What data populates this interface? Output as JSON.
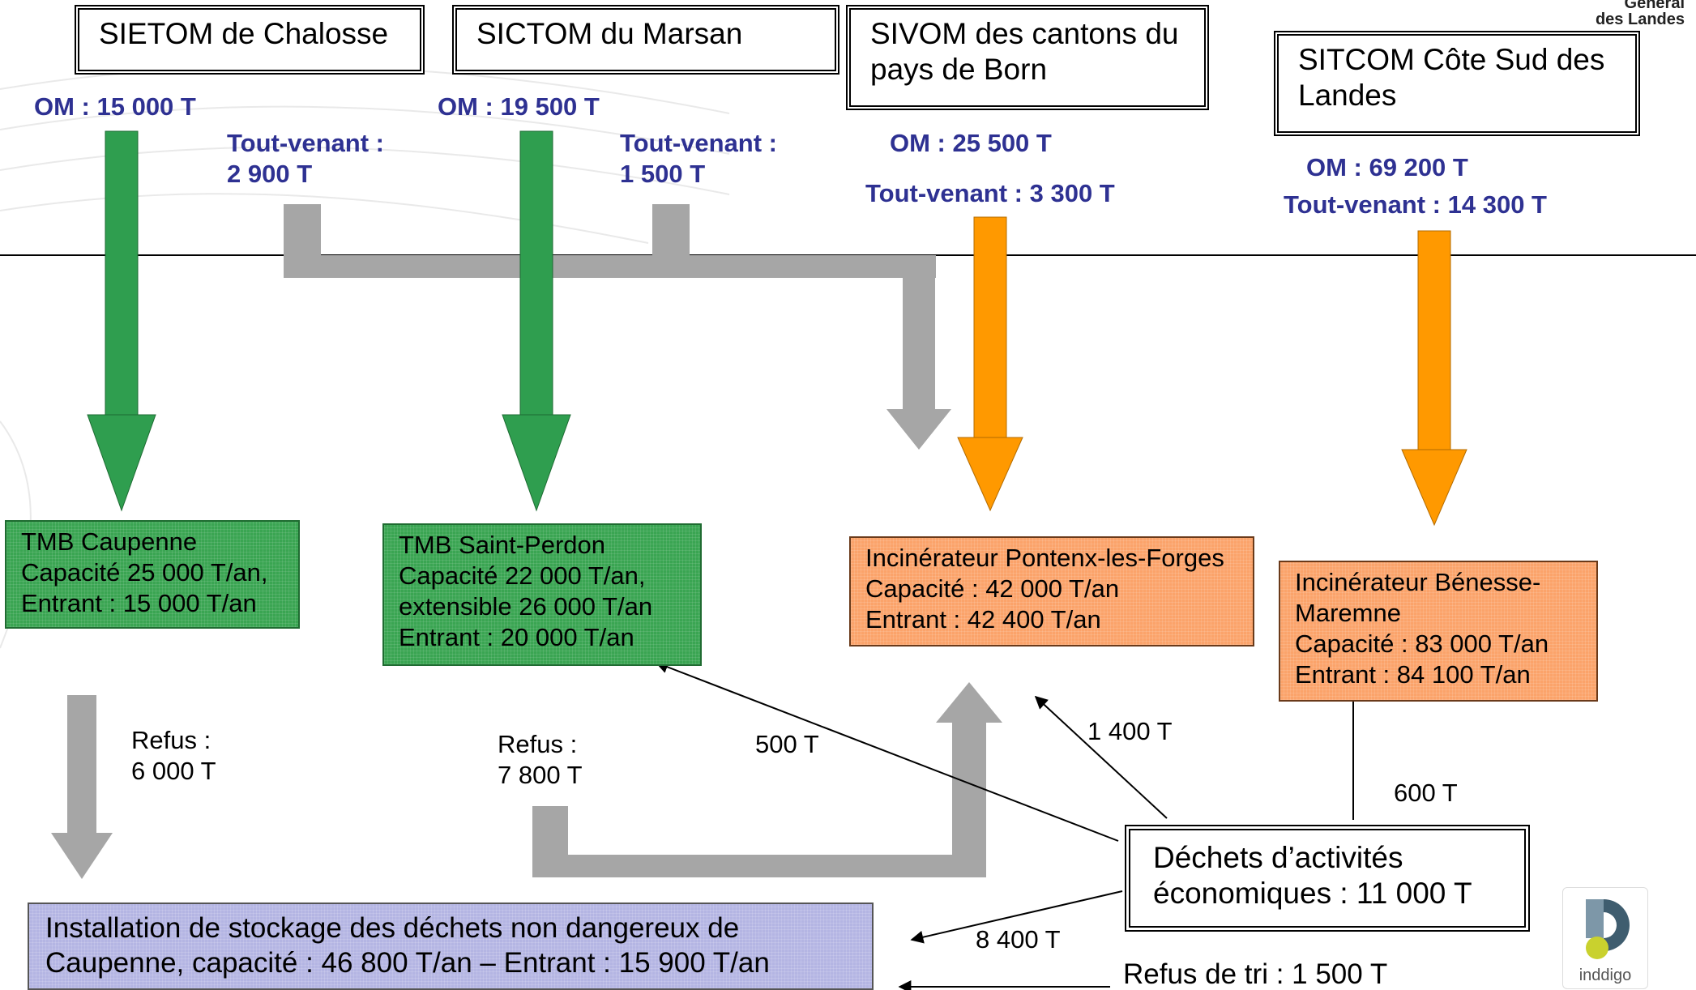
{
  "colors": {
    "om_arrow_green": "#2f9e4f",
    "om_arrow_orange": "#ff9900",
    "gray_arrow": "#a6a6a6",
    "label_blue": "#2e3192"
  },
  "headers": {
    "sietom": "SIETOM de Chalosse",
    "sictom": "SICTOM du Marsan",
    "sivom_line1": "SIVOM des cantons du",
    "sivom_line2": "pays de Born",
    "sitcom_line1": "SITCOM Côte Sud des",
    "sitcom_line2": "Landes"
  },
  "flows": {
    "om_sietom": "OM : 15 000 T",
    "tv_sietom_1": "Tout-venant :",
    "tv_sietom_2": "2 900 T",
    "om_sictom": "OM : 19 500 T",
    "tv_sictom_1": "Tout-venant :",
    "tv_sictom_2": "1 500 T",
    "om_sivom": "OM : 25 500 T",
    "tv_sivom": "Tout-venant : 3 300 T",
    "om_sitcom": "OM : 69 200 T",
    "tv_sitcom": "Tout-venant : 14 300 T"
  },
  "facilities": {
    "caupenne": [
      "TMB Caupenne",
      "Capacité 25 000 T/an,",
      "Entrant : 15 000 T/an"
    ],
    "saint_perdon": [
      "TMB Saint-Perdon",
      "Capacité 22 000 T/an,",
      "extensible 26 000 T/an",
      "Entrant : 20 000 T/an"
    ],
    "pontenx": [
      "Incinérateur Pontenx-les-Forges",
      "Capacité : 42 000 T/an",
      "Entrant : 42 400 T/an"
    ],
    "benesse": [
      "Incinérateur Bénesse-",
      "Maremne",
      "Capacité : 83 000 T/an",
      "Entrant : 84 100 T/an"
    ],
    "isdnd": [
      "Installation de stockage des déchets non dangereux de",
      "Caupenne, capacité : 46 800 T/an – Entrant : 15 900 T/an"
    ]
  },
  "refus": {
    "caupenne_1": "Refus :",
    "caupenne_2": "6 000 T",
    "perdon_1": "Refus :",
    "perdon_2": "7 800 T"
  },
  "dae": {
    "line1": "Déchets d’activités",
    "line2": "économiques : 11 000 T",
    "to_perdon": "500 T",
    "to_pontenx": "1 400 T",
    "to_benesse": "600 T",
    "to_isdnd": "8 400 T",
    "refus_tri": "Refus de tri : 1 500 T"
  },
  "brand": {
    "line1": "Général",
    "line2": "des Landes",
    "logo_text": "inddigo"
  }
}
